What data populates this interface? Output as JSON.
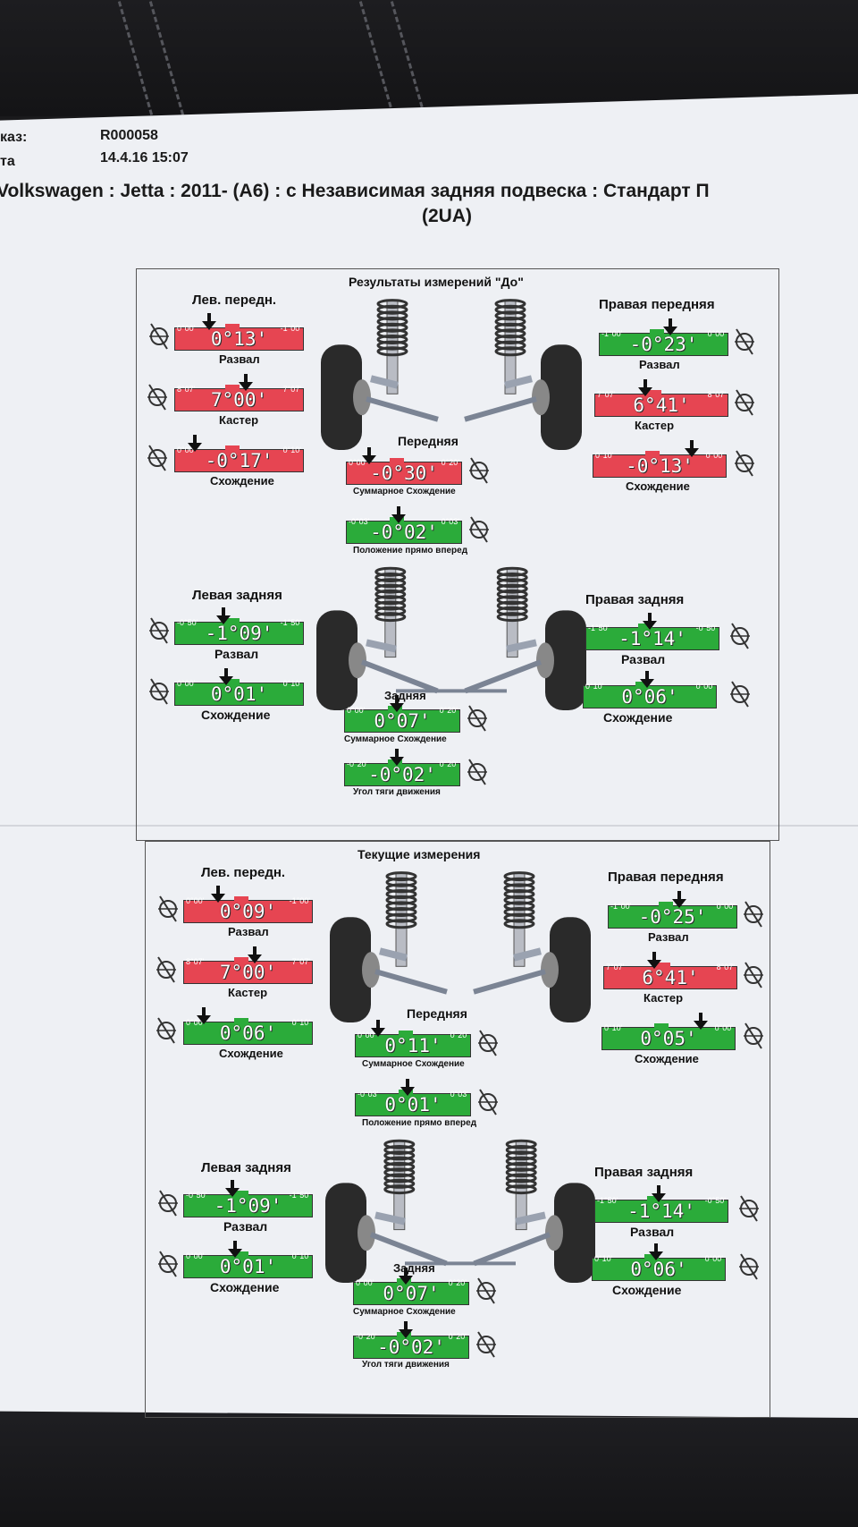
{
  "header": {
    "order_label": "каз:",
    "order_value": "R000058",
    "date_label": "та",
    "date_value": "14.4.16 15:07",
    "vehicle": "Volkswagen : Jetta : 2011-   (A6) : с Независимая задняя подвеска : Стандарт П",
    "vehicle_line2": "(2UA)"
  },
  "sections": [
    {
      "title": "Результаты измерений \"До\"",
      "front_label": "Передняя",
      "rear_label": "Задняя",
      "front_left": {
        "name": "Лев. передн.",
        "camber": {
          "label": "Развал",
          "min": "0°00'",
          "max": "-1°00'",
          "value": "0°13'",
          "status": "red"
        },
        "caster": {
          "label": "Кастер",
          "min": "8°07'",
          "max": "7°07'",
          "value": "7°00'",
          "status": "red"
        },
        "toe": {
          "label": "Схождение",
          "min": "0°00'",
          "max": "0°10'",
          "value": "-0°17'",
          "status": "red"
        }
      },
      "front_right": {
        "name": "Правая передняя",
        "camber": {
          "label": "Развал",
          "min": "-1°00'",
          "max": "0°00'",
          "value": "-0°23'",
          "status": "green"
        },
        "caster": {
          "label": "Кастер",
          "min": "7°07'",
          "max": "8°07'",
          "value": "6°41'",
          "status": "red"
        },
        "toe": {
          "label": "Схождение",
          "min": "0°10'",
          "max": "0°00'",
          "value": "-0°13'",
          "status": "red"
        }
      },
      "front_total_toe": {
        "label": "Суммарное Схождение",
        "min": "0°00'",
        "max": "0°20'",
        "value": "-0°30'",
        "status": "red"
      },
      "straight_ahead": {
        "label": "Положение прямо вперед",
        "min": "-0°03'",
        "max": "0°03'",
        "value": "-0°02'",
        "status": "green"
      },
      "rear_left": {
        "name": "Левая задняя",
        "camber": {
          "label": "Развал",
          "min": "-0°50'",
          "max": "-1°50'",
          "value": "-1°09'",
          "status": "green"
        },
        "toe": {
          "label": "Схождение",
          "min": "0°00'",
          "max": "0°10'",
          "value": "0°01'",
          "status": "green"
        }
      },
      "rear_right": {
        "name": "Правая задняя",
        "camber": {
          "label": "Развал",
          "min": "-1°50'",
          "max": "-0°50'",
          "value": "-1°14'",
          "status": "green"
        },
        "toe": {
          "label": "Схождение",
          "min": "0°10'",
          "max": "0°00'",
          "value": "0°06'",
          "status": "green"
        }
      },
      "rear_total_toe": {
        "label": "Суммарное Схождение",
        "min": "0°00'",
        "max": "0°20'",
        "value": "0°07'",
        "status": "green"
      },
      "thrust_angle": {
        "label": "Угол тяги движения",
        "min": "-0°20'",
        "max": "0°20'",
        "value": "-0°02'",
        "status": "green"
      }
    },
    {
      "title": "Текущие измерения",
      "front_label": "Передняя",
      "rear_label": "Задняя",
      "front_left": {
        "name": "Лев. передн.",
        "camber": {
          "label": "Развал",
          "min": "0°00'",
          "max": "-1°00'",
          "value": "0°09'",
          "status": "red"
        },
        "caster": {
          "label": "Кастер",
          "min": "8°07'",
          "max": "7°07'",
          "value": "7°00'",
          "status": "red"
        },
        "toe": {
          "label": "Схождение",
          "min": "0°00'",
          "max": "0°10'",
          "value": "0°06'",
          "status": "green"
        }
      },
      "front_right": {
        "name": "Правая передняя",
        "camber": {
          "label": "Развал",
          "min": "-1°00'",
          "max": "0°00'",
          "value": "-0°25'",
          "status": "green"
        },
        "caster": {
          "label": "Кастер",
          "min": "7°07'",
          "max": "8°07'",
          "value": "6°41'",
          "status": "red"
        },
        "toe": {
          "label": "Схождение",
          "min": "0°10'",
          "max": "0°00'",
          "value": "0°05'",
          "status": "green"
        }
      },
      "front_total_toe": {
        "label": "Суммарное Схождение",
        "min": "0°00'",
        "max": "0°20'",
        "value": "0°11'",
        "status": "green"
      },
      "straight_ahead": {
        "label": "Положение прямо вперед",
        "min": "-0°03'",
        "max": "0°03'",
        "value": "0°01'",
        "status": "green"
      },
      "rear_left": {
        "name": "Левая задняя",
        "camber": {
          "label": "Развал",
          "min": "-0°50'",
          "max": "-1°50'",
          "value": "-1°09'",
          "status": "green"
        },
        "toe": {
          "label": "Схождение",
          "min": "0°00'",
          "max": "0°10'",
          "value": "0°01'",
          "status": "green"
        }
      },
      "rear_right": {
        "name": "Правая задняя",
        "camber": {
          "label": "Развал",
          "min": "-1°50'",
          "max": "-0°50'",
          "value": "-1°14'",
          "status": "green"
        },
        "toe": {
          "label": "Схождение",
          "min": "0°10'",
          "max": "0°00'",
          "value": "0°06'",
          "status": "green"
        }
      },
      "rear_total_toe": {
        "label": "Суммарное Схождение",
        "min": "0°00'",
        "max": "0°20'",
        "value": "0°07'",
        "status": "green"
      },
      "thrust_angle": {
        "label": "Угол тяги движения",
        "min": "-0°20'",
        "max": "0°20'",
        "value": "-0°02'",
        "status": "green"
      }
    }
  ],
  "colors": {
    "out_of_spec": "#e64552",
    "in_spec": "#2bab3a"
  }
}
